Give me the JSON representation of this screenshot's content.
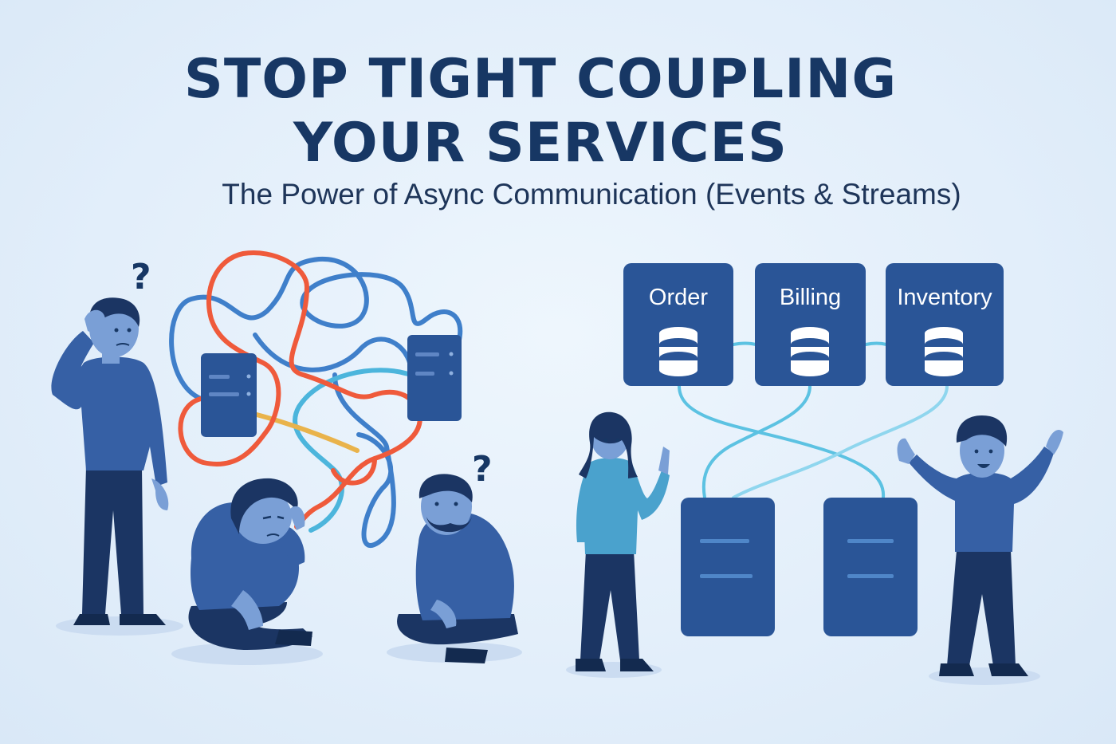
{
  "header": {
    "title_line_1": "STOP TIGHT COUPLING",
    "title_line_2": "YOUR SERVICES",
    "subtitle": "The Power of Async Communication (Events & Streams)"
  },
  "decoupled": {
    "services": [
      {
        "label": "Order"
      },
      {
        "label": "Billing"
      },
      {
        "label": "Inventory"
      }
    ]
  },
  "glyphs": {
    "question_mark": "?"
  },
  "colors": {
    "navy": "#173764",
    "service_blue": "#2a5597",
    "person_blue": "#3660a5",
    "dark_pants": "#1b3563",
    "tangle_red": "#ef5a3b",
    "tangle_blue": "#3f7fca",
    "tangle_cyan": "#4cb5dc",
    "stream_cyan": "#5cc2e2",
    "skin": "#7a9fd6"
  }
}
